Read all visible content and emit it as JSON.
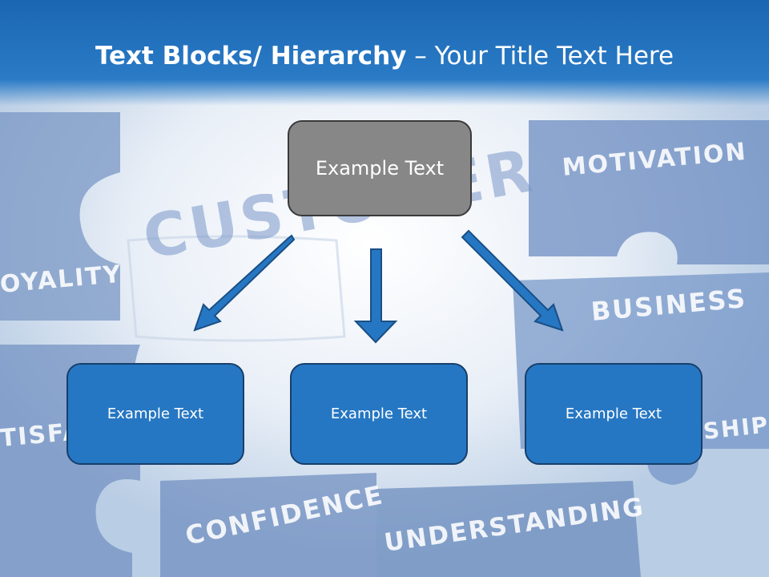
{
  "title": {
    "bold_part": "Text Blocks/ Hierarchy",
    "regular_part": " – Your Title Text Here"
  },
  "hierarchy": {
    "top": "Example Text",
    "children": [
      "Example Text",
      "Example Text",
      "Example Text"
    ]
  },
  "background_words": {
    "customer": "CUSTOMER",
    "motivation": "MOTIVATION",
    "loyality": "OYALITY",
    "business": "BUSINESS",
    "satisfaction": "TISFA",
    "ship": "SHIP",
    "confidence": "CONFIDENCE",
    "understanding": "UNDERSTANDING"
  },
  "colors": {
    "title_bar": "#1b66b2",
    "top_box": "#878787",
    "child_box": "#2677c3",
    "arrow": "#2677c3"
  }
}
